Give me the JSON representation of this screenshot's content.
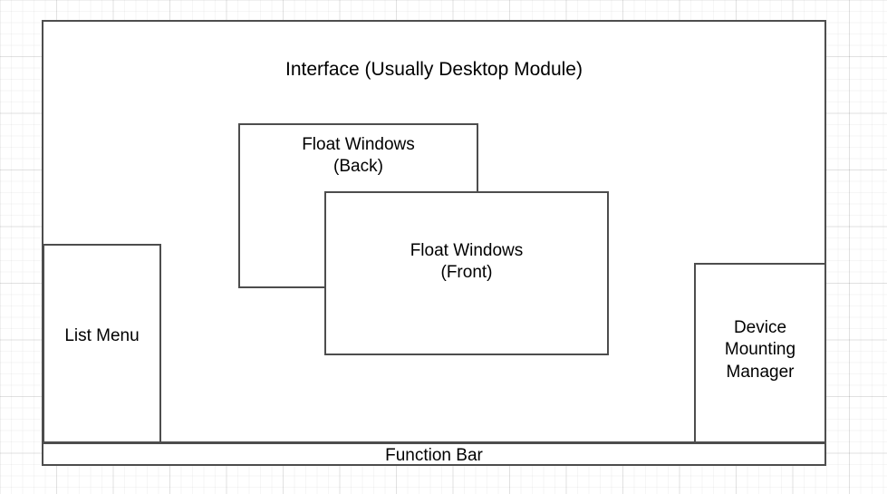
{
  "diagram": {
    "title": "Interface (Usually Desktop Module)",
    "background": "#ffffff",
    "grid_color": "#e8e8e8",
    "box_border_color": "#4d4d4d",
    "text_color": "#000000",
    "boxes": {
      "interface": {
        "label": "Interface (Usually Desktop Module)",
        "role": "root-container"
      },
      "float_window_back": {
        "label": "Float Windows\n(Back)",
        "role": "floating-window"
      },
      "float_window_front": {
        "label": "Float Windows\n(Front)",
        "role": "floating-window"
      },
      "list_menu": {
        "label": "List Menu",
        "role": "panel"
      },
      "device_mounting_manager": {
        "label": "Device\nMounting\nManager",
        "role": "panel"
      },
      "function_bar": {
        "label": "Function Bar",
        "role": "bar"
      }
    }
  }
}
